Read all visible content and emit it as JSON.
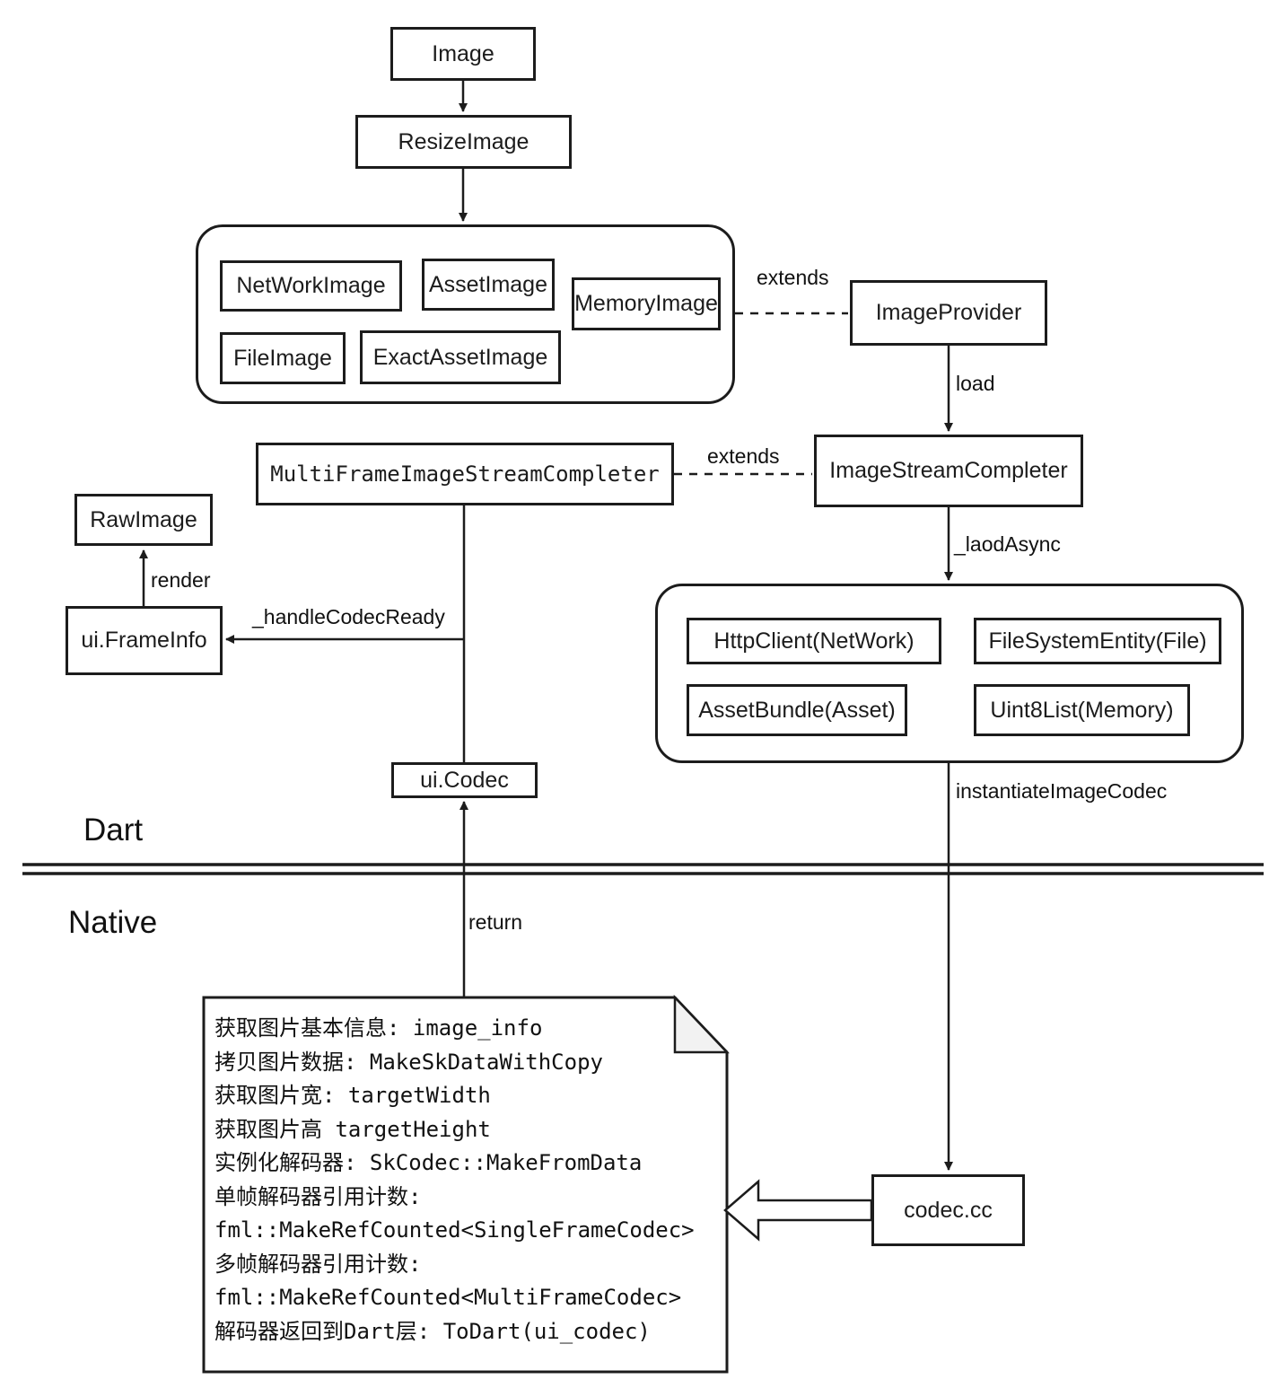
{
  "diagram": {
    "nodes": {
      "image": "Image",
      "resize_image": "ResizeImage",
      "network_image": "NetWorkImage",
      "asset_image": "AssetImage",
      "memory_image": "MemoryImage",
      "file_image": "FileImage",
      "exact_asset_image": "ExactAssetImage",
      "image_provider": "ImageProvider",
      "multi_frame_image_stream_completer": "MultiFrameImageStreamCompleter",
      "image_stream_completer": "ImageStreamCompleter",
      "http_client": "HttpClient(NetWork)",
      "file_system_entity": "FileSystemEntity(File)",
      "asset_bundle": "AssetBundle(Asset)",
      "uint8_list": "Uint8List(Memory)",
      "raw_image": "RawImage",
      "ui_frame_info": "ui.FrameInfo",
      "ui_codec": "ui.Codec",
      "codec_cc": "codec.cc"
    },
    "edge_labels": {
      "extends_provider": "extends",
      "load": "load",
      "extends_completer": "extends",
      "laod_async": "_laodAsync",
      "instantiate_image_codec": "instantiateImageCodec",
      "render": "render",
      "handle_codec_ready": "_handleCodecReady",
      "return": "return"
    },
    "layers": {
      "dart": "Dart",
      "native": "Native"
    },
    "note": {
      "lines": [
        "获取图片基本信息: image_info",
        "拷贝图片数据: MakeSkDataWithCopy",
        "获取图片宽: targetWidth",
        "获取图片高 targetHeight",
        "实例化解码器: SkCodec::MakeFromData",
        "单帧解码器引用计数:",
        "fml::MakeRefCounted<SingleFrameCodec>",
        "多帧解码器引用计数:",
        "fml::MakeRefCounted<MultiFrameCodec>",
        "解码器返回到Dart层: ToDart(ui_codec)"
      ]
    },
    "colors": {
      "line": "#1c1c1c",
      "box_fill": "#ffffff",
      "note_fold_fill": "#f2f2f2",
      "background": "#ffffff"
    }
  }
}
